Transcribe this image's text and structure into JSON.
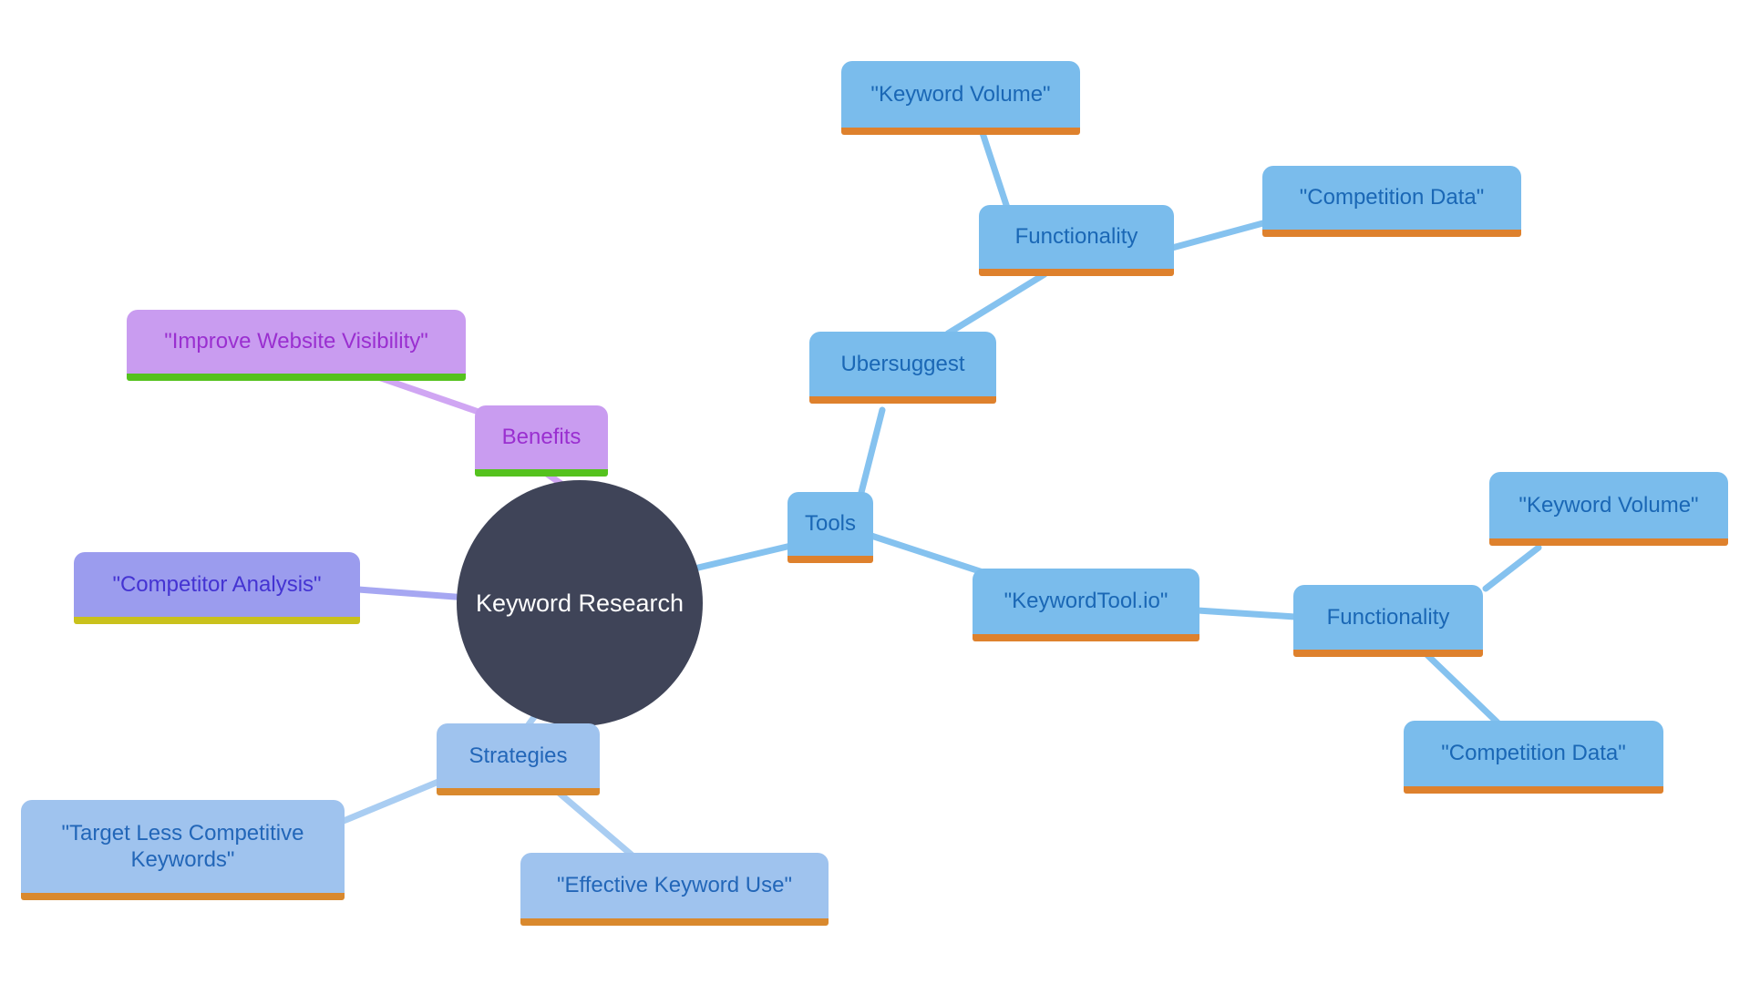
{
  "diagram": {
    "kind": "mindmap",
    "background": "#ffffff"
  },
  "nodes": {
    "root": {
      "label": "Keyword Research"
    },
    "tools": {
      "label": "Tools"
    },
    "ubersuggest": {
      "label": "Ubersuggest"
    },
    "functionality_ubersuggest": {
      "label": "Functionality"
    },
    "keyword_volume_ubersuggest": {
      "label": "\"Keyword Volume\""
    },
    "competition_data_ubersuggest": {
      "label": "\"Competition Data\""
    },
    "keywordtool_io": {
      "label": "\"KeywordTool.io\""
    },
    "functionality_keywordtool": {
      "label": "Functionality"
    },
    "keyword_volume_keywordtool": {
      "label": "\"Keyword Volume\""
    },
    "competition_data_keywordtool": {
      "label": "\"Competition Data\""
    },
    "benefits": {
      "label": "Benefits"
    },
    "improve_website_visibility": {
      "label": "\"Improve Website Visibility\""
    },
    "competitor_analysis": {
      "label": "\"Competitor Analysis\""
    },
    "strategies": {
      "label": "Strategies"
    },
    "target_less_competitive": {
      "label": "\"Target Less Competitive Keywords\""
    },
    "effective_keyword_use": {
      "label": "\"Effective Keyword Use\""
    }
  },
  "edges": [
    {
      "from": "root",
      "to": "tools"
    },
    {
      "from": "tools",
      "to": "ubersuggest"
    },
    {
      "from": "ubersuggest",
      "to": "functionality_ubersuggest"
    },
    {
      "from": "functionality_ubersuggest",
      "to": "keyword_volume_ubersuggest"
    },
    {
      "from": "functionality_ubersuggest",
      "to": "competition_data_ubersuggest"
    },
    {
      "from": "tools",
      "to": "keywordtool_io"
    },
    {
      "from": "keywordtool_io",
      "to": "functionality_keywordtool"
    },
    {
      "from": "functionality_keywordtool",
      "to": "keyword_volume_keywordtool"
    },
    {
      "from": "functionality_keywordtool",
      "to": "competition_data_keywordtool"
    },
    {
      "from": "root",
      "to": "benefits"
    },
    {
      "from": "benefits",
      "to": "improve_website_visibility"
    },
    {
      "from": "root",
      "to": "competitor_analysis"
    },
    {
      "from": "root",
      "to": "strategies"
    },
    {
      "from": "strategies",
      "to": "target_less_competitive"
    },
    {
      "from": "strategies",
      "to": "effective_keyword_use"
    }
  ],
  "colors": {
    "root_fill": "#3f4458",
    "root_text": "#ffffff",
    "tools_branch_fill": "#7abcec",
    "tools_branch_text": "#1a67b5",
    "tools_branch_underline": "#de812d",
    "strategies_branch_fill": "#9fc3ee",
    "strategies_branch_text": "#2266b8",
    "strategies_branch_underline": "#d9892e",
    "benefits_branch_fill": "#c99cf0",
    "benefits_branch_text": "#9a2fd0",
    "benefits_branch_underline": "#55c21e",
    "competitor_branch_fill": "#9b9cee",
    "competitor_branch_text": "#4433d2",
    "competitor_branch_underline": "#c9c11c",
    "edge_blue": "#85c2ef",
    "edge_blue_light": "#a9cdf2",
    "edge_purple": "#d0a6f3",
    "edge_violet": "#a6a7f2"
  }
}
